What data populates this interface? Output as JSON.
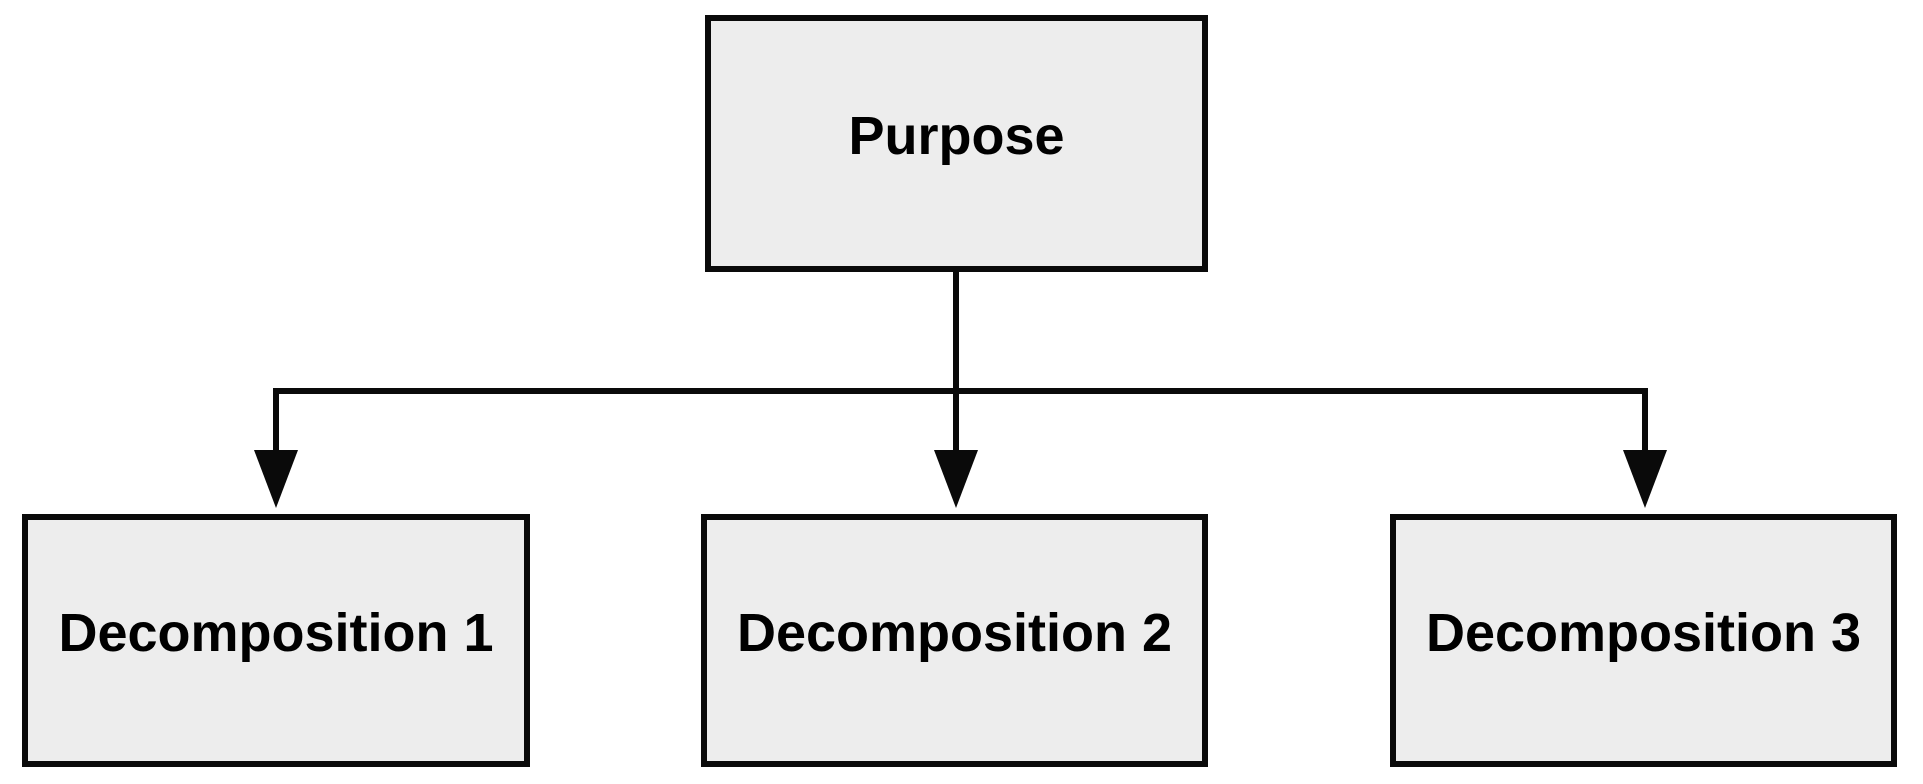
{
  "diagram": {
    "type": "tree",
    "nodes": {
      "purpose": {
        "label": "Purpose",
        "role": "root"
      },
      "decomposition_1": {
        "label": "Decomposition 1",
        "role": "child"
      },
      "decomposition_2": {
        "label": "Decomposition 2",
        "role": "child"
      },
      "decomposition_3": {
        "label": "Decomposition 3",
        "role": "child"
      }
    },
    "edges": [
      {
        "from": "purpose",
        "to": "decomposition_1",
        "arrowhead": "target"
      },
      {
        "from": "purpose",
        "to": "decomposition_2",
        "arrowhead": "target"
      },
      {
        "from": "purpose",
        "to": "decomposition_3",
        "arrowhead": "target"
      }
    ],
    "colors": {
      "background": "#ffffff",
      "node_fill": "#ededed",
      "node_border": "#0a0a0a",
      "connector": "#0a0a0a",
      "text": "#000000"
    }
  }
}
